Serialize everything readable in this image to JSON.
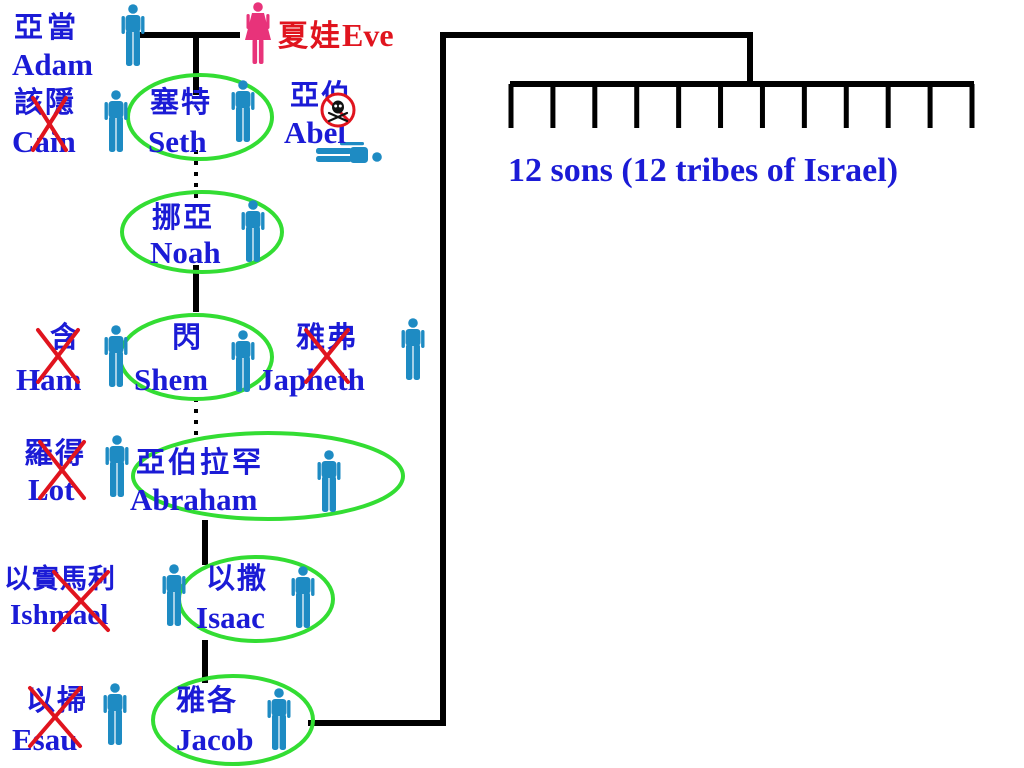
{
  "colors": {
    "male": "#1e8bc3",
    "female": "#e8337a",
    "label": "#1b1bd6",
    "eve_label": "#e0141e",
    "line": "#000000",
    "chosen_ring": "#33dd33",
    "cross": "#e0141e",
    "skull": "#e0141e"
  },
  "people": {
    "adam": {
      "zh": "亞當",
      "en": "Adam"
    },
    "eve": {
      "zh": "夏娃",
      "en": "Eve"
    },
    "cain": {
      "zh": "該隱",
      "en": "Cain"
    },
    "seth": {
      "zh": "塞特",
      "en": "Seth"
    },
    "abel": {
      "zh": "亞伯",
      "en": "Abel"
    },
    "noah": {
      "zh": "挪亞",
      "en": "Noah"
    },
    "ham": {
      "zh": "含",
      "en": "Ham"
    },
    "shem": {
      "zh": "閃",
      "en": "Shem"
    },
    "japheth": {
      "zh": "雅弗",
      "en": "Japheth"
    },
    "lot": {
      "zh": "羅得",
      "en": "Lot"
    },
    "abraham": {
      "zh": "亞伯拉罕",
      "en": "Abraham"
    },
    "ishmael": {
      "zh": "以實馬利",
      "en": "Ishmael"
    },
    "isaac": {
      "zh": "以撒",
      "en": "Isaac"
    },
    "esau": {
      "zh": "以掃",
      "en": "Esau"
    },
    "jacob": {
      "zh": "雅各",
      "en": "Jacob"
    }
  },
  "sons_label": "12 sons (12 tribes of Israel)",
  "sons_count": 12,
  "icons": {
    "male": "man-icon",
    "female": "woman-icon",
    "rejected": "red-x-cross-icon",
    "death": "skull-crossbones-icon"
  }
}
